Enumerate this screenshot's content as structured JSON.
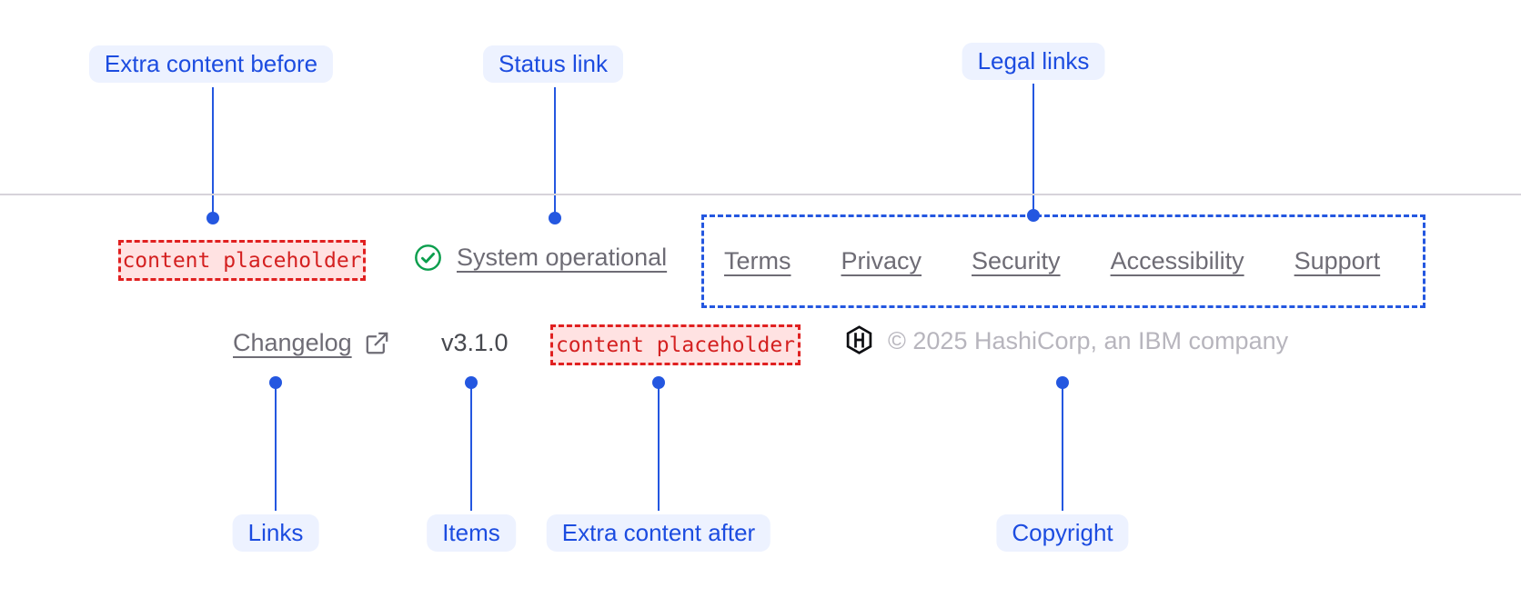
{
  "annotations": {
    "extra_content_before": "Extra content before",
    "status_link": "Status link",
    "legal_links": "Legal links",
    "links": "Links",
    "items": "Items",
    "extra_content_after": "Extra content after",
    "copyright": "Copyright"
  },
  "footer": {
    "extra_content_before": "content placeholder",
    "status": {
      "label": "System operational",
      "icon": "check-circle-icon"
    },
    "legal": {
      "links": [
        "Terms",
        "Privacy",
        "Security",
        "Accessibility",
        "Support"
      ]
    },
    "links": [
      {
        "label": "Changelog",
        "icon": "external-link-icon"
      }
    ],
    "version": "v3.1.0",
    "extra_content_after": "content placeholder",
    "copyright": {
      "logo": "hashicorp-logo",
      "text": "© 2025 HashiCorp, an IBM company"
    }
  },
  "colors": {
    "annotation_accent": "#2457e0",
    "annotation_pill_bg": "#edf2ff",
    "annotation_text": "#1c4ce0",
    "placeholder_border": "#e02020",
    "placeholder_bg": "#ffe2e2",
    "placeholder_text": "#d42020",
    "status_green": "#0b9e4d",
    "link_gray": "#6e6c75",
    "version_gray": "#46484e",
    "copyright_gray": "#b7b5bd",
    "divider": "#d6d3da",
    "logo_black": "#0d0e12"
  }
}
